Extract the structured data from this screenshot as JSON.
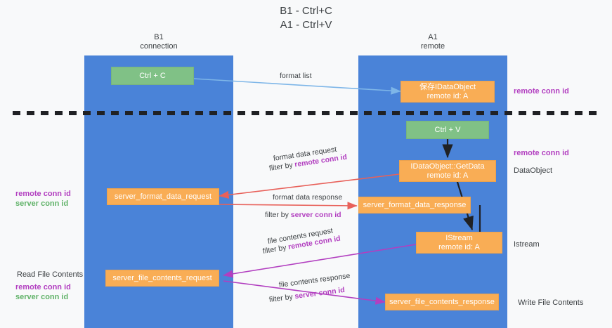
{
  "title": {
    "line1": "B1 - Ctrl+C",
    "line2": "A1 - Ctrl+V"
  },
  "columns": {
    "left": {
      "name": "B1",
      "role": "connection"
    },
    "right": {
      "name": "A1",
      "role": "remote"
    }
  },
  "boxes": {
    "ctrl_c": "Ctrl + C",
    "ctrl_v": "Ctrl + V",
    "save_dataobject_l1": "保存IDataObject",
    "save_dataobject_l2": "remote id: A",
    "getdata_l1": "IDataObject::GetData",
    "getdata_l2": "remote id: A",
    "istream_l1": "IStream",
    "istream_l2": "remote id: A",
    "server_format_data_request": "server_format_data_request",
    "server_format_data_response": "server_format_data_response",
    "server_file_contents_request": "server_file_contents_request",
    "server_file_contents_response": "server_file_contents_response"
  },
  "edge_labels": {
    "format_list": "format list",
    "format_data_request": "format data request",
    "format_data_request_filter_prefix": "filter by ",
    "format_data_request_filter_key": "remote conn id",
    "format_data_response": "format data response",
    "format_data_response_filter_prefix": "filter by ",
    "format_data_response_filter_key": "server conn id",
    "file_contents_request": "file contents request",
    "file_contents_request_filter_prefix": "filter by ",
    "file_contents_request_filter_key": "remote conn id",
    "file_contents_response": "file contents response",
    "file_contents_response_filter_prefix": "filter by ",
    "file_contents_response_filter_key": "server conn id"
  },
  "annotations": {
    "left_mid_remote": "remote conn id",
    "left_mid_server": "server conn id",
    "left_read_file_contents": "Read File Contents",
    "left_low_remote": "remote conn id",
    "left_low_server": "server conn id",
    "right_top_remote": "remote conn id",
    "right_mid_remote": "remote conn id",
    "right_dataobject": "DataObject",
    "right_istream": "Istream",
    "right_write_file_contents": "Write File Contents"
  },
  "colors": {
    "lane": "#4a83d8",
    "green_box": "#80c186",
    "orange_box": "#f9ad55",
    "purple_text": "#b23fc0",
    "green_text": "#62b36a",
    "arrow_blue": "#7eb6e8",
    "arrow_red": "#e8615a",
    "arrow_purple": "#b23fc0",
    "arrow_dark": "#202124",
    "divider": "#202124",
    "background": "#f8f9fa"
  }
}
